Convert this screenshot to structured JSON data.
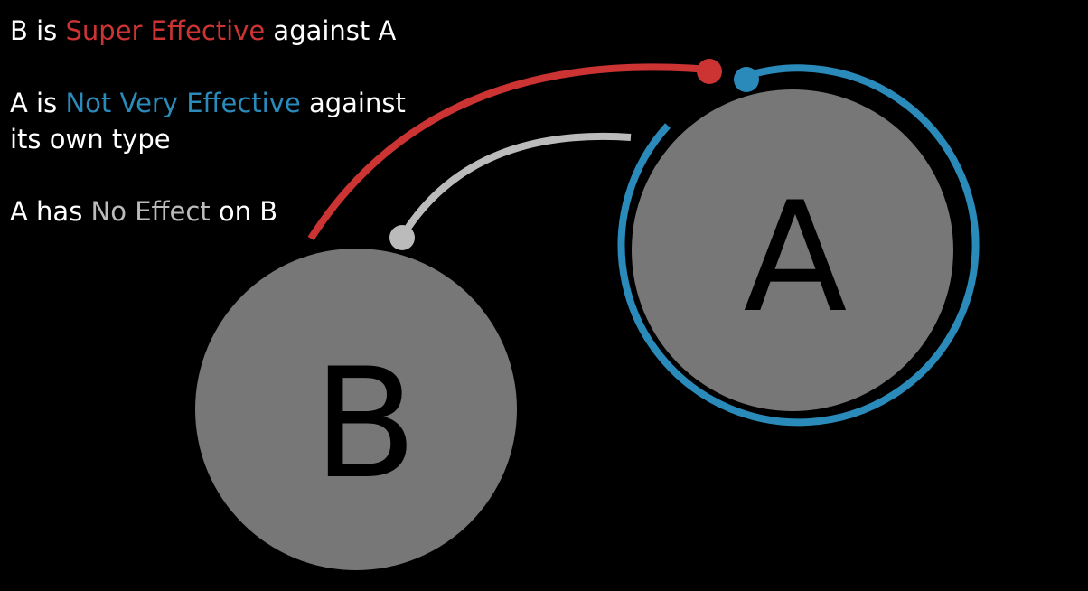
{
  "legend": {
    "line1": {
      "subject": "B is ",
      "effect": "Super Effective",
      "rest": " against A"
    },
    "line2": {
      "subject": "A is ",
      "effect": "Not Very Effective",
      "rest": " against"
    },
    "line3": {
      "text": "its own type"
    },
    "line4": {
      "subject": "A has ",
      "effect": "No Effect",
      "rest": " on B"
    }
  },
  "nodes": [
    {
      "id": "A",
      "label": "A"
    },
    {
      "id": "B",
      "label": "B"
    }
  ],
  "relations": [
    {
      "from": "B",
      "to": "A",
      "type": "super-effective"
    },
    {
      "from": "A",
      "to": "A",
      "type": "not-very-effective"
    },
    {
      "from": "A",
      "to": "B",
      "type": "no-effect"
    }
  ],
  "colors": {
    "background": "#000000",
    "text": "#ffffff",
    "node_fill": "#777777",
    "node_label": "#000000",
    "super_effective": "#cc3333",
    "not_very_effective": "#2a8bbb",
    "no_effect": "#bbbbbb"
  }
}
